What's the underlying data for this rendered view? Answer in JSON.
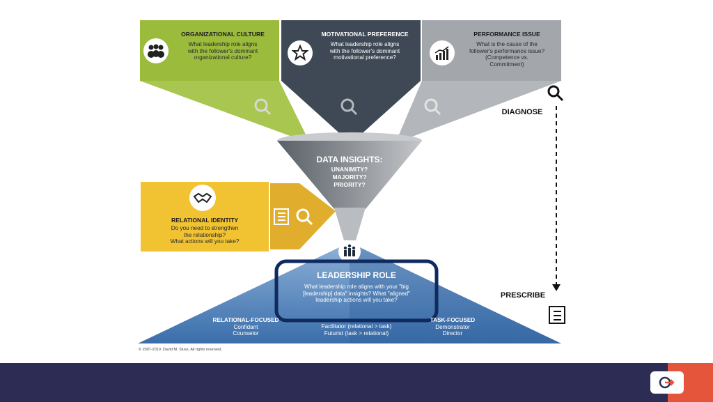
{
  "top_boxes": [
    {
      "title": "ORGANIZATIONAL CULTURE",
      "text": [
        "What leadership role aligns",
        "with the follower's dominant",
        "organizational culture?"
      ],
      "color": "#9bbb3c",
      "icon": "people-icon"
    },
    {
      "title": "MOTIVATIONAL PREFERENCE",
      "text": [
        "What leadership role aligns",
        "with the follower's dominant",
        "motivational preference?"
      ],
      "color": "#3e4955",
      "icon": "star-icon"
    },
    {
      "title": "PERFORMANCE ISSUE",
      "text": [
        "What is the cause of the",
        "follower's performance issue?",
        "(Competence vs.",
        "Commitment)"
      ],
      "color": "#a3a6ab",
      "icon": "chart-icon"
    }
  ],
  "diagnose_label": "DIAGNOSE",
  "prescribe_label": "PRESCRIBE",
  "funnel": {
    "title": "DATA INSIGHTS:",
    "lines": [
      "UNANIMITY?",
      "MAJORITY?",
      "PRIORITY?"
    ]
  },
  "relational_identity": {
    "title": "RELATIONAL IDENTITY",
    "text": [
      "Do you need to strengthen",
      "the relationship?",
      "What actions will you take?"
    ],
    "color": "#f1c232"
  },
  "leadership_role": {
    "title": "LEADERSHIP ROLE",
    "text": [
      "What leadership role aligns with your \"big",
      "[leadership] data\" insights? What \"aligned\"",
      "leadership actions will you take?"
    ]
  },
  "columns": [
    {
      "title": "RELATIONAL-FOCUSED",
      "items": [
        "Confidant",
        "Counselor"
      ]
    },
    {
      "title": "",
      "items": [
        "Facilitator (relational > task)",
        "Futurist (task > relational)"
      ]
    },
    {
      "title": "TASK-FOCUSED",
      "items": [
        "Demonstrator",
        "Director"
      ]
    }
  ],
  "copyright": "© 2007-2019. David M. Sluss. All rights reserved.",
  "colors": {
    "navy": "#2c2c55",
    "accent": "#e4553b",
    "pyramid_dark": "#2e5f9c",
    "highlight_border": "#0f2a5e"
  }
}
